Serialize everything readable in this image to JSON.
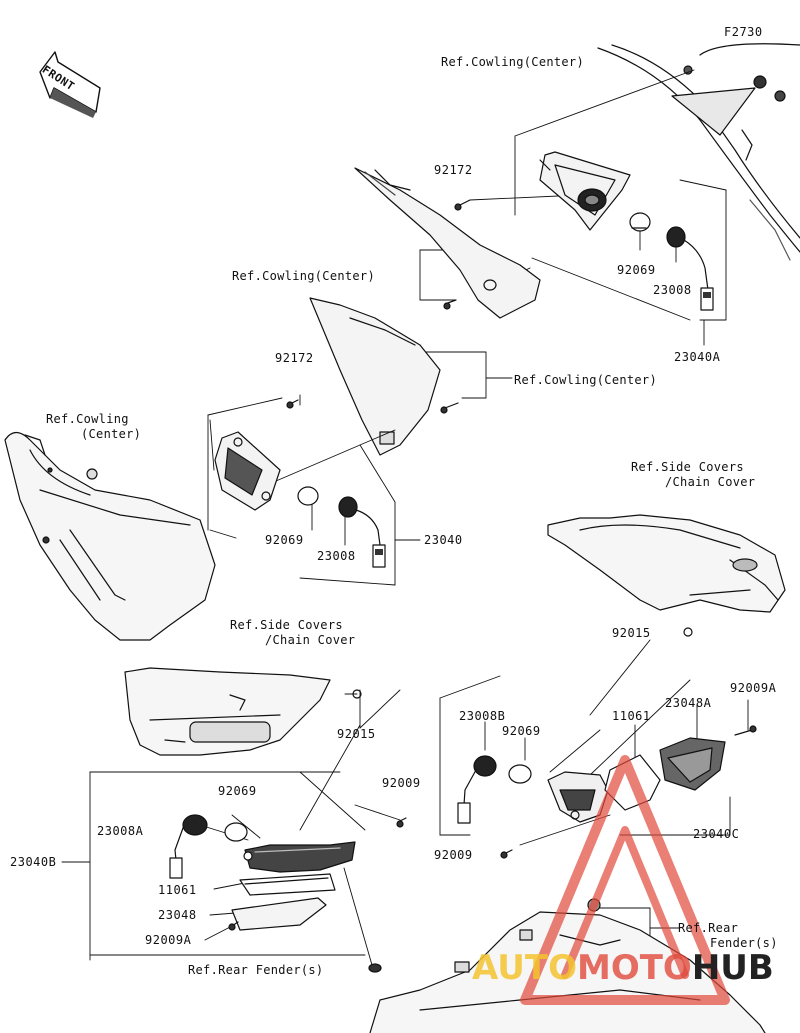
{
  "diagram_id": "F2730",
  "front_label": "FRONT",
  "labels": {
    "ref_cowling_center_1": "Ref.Cowling(Center)",
    "ref_cowling_center_2": "Ref.Cowling(Center)",
    "ref_cowling_center_3": "Ref.Cowling(Center)",
    "ref_cowling_center_4a": "Ref.Cowling",
    "ref_cowling_center_4b": "(Center)",
    "ref_side_covers_1a": "Ref.Side Covers",
    "ref_side_covers_1b": "/Chain Cover",
    "ref_side_covers_2a": "Ref.Side Covers",
    "ref_side_covers_2b": "/Chain Cover",
    "ref_rear_fender_1": "Ref.Rear Fender(s)",
    "ref_rear_fender_2a": "Ref.Rear",
    "ref_rear_fender_2b": "Fender(s)",
    "p92172_a": "92172",
    "p92172_b": "92172",
    "p92069_a": "92069",
    "p92069_b": "92069",
    "p92069_c": "92069",
    "p92069_d": "92069",
    "p23008_a": "23008",
    "p23008_b": "23008",
    "p23040A": "23040A",
    "p23040": "23040",
    "p92015_a": "92015",
    "p92015_b": "92015",
    "p23008B": "23008B",
    "p11061_a": "11061",
    "p11061_b": "11061",
    "p23048A": "23048A",
    "p92009A_a": "92009A",
    "p92009A_b": "92009A",
    "p23040C": "23040C",
    "p92009_a": "92009",
    "p92009_b": "92009",
    "p23008A": "23008A",
    "p23040B": "23040B",
    "p23048": "23048"
  },
  "watermark": {
    "part1": "AUTO",
    "part2": "MOTO",
    "part3": "HUB"
  }
}
